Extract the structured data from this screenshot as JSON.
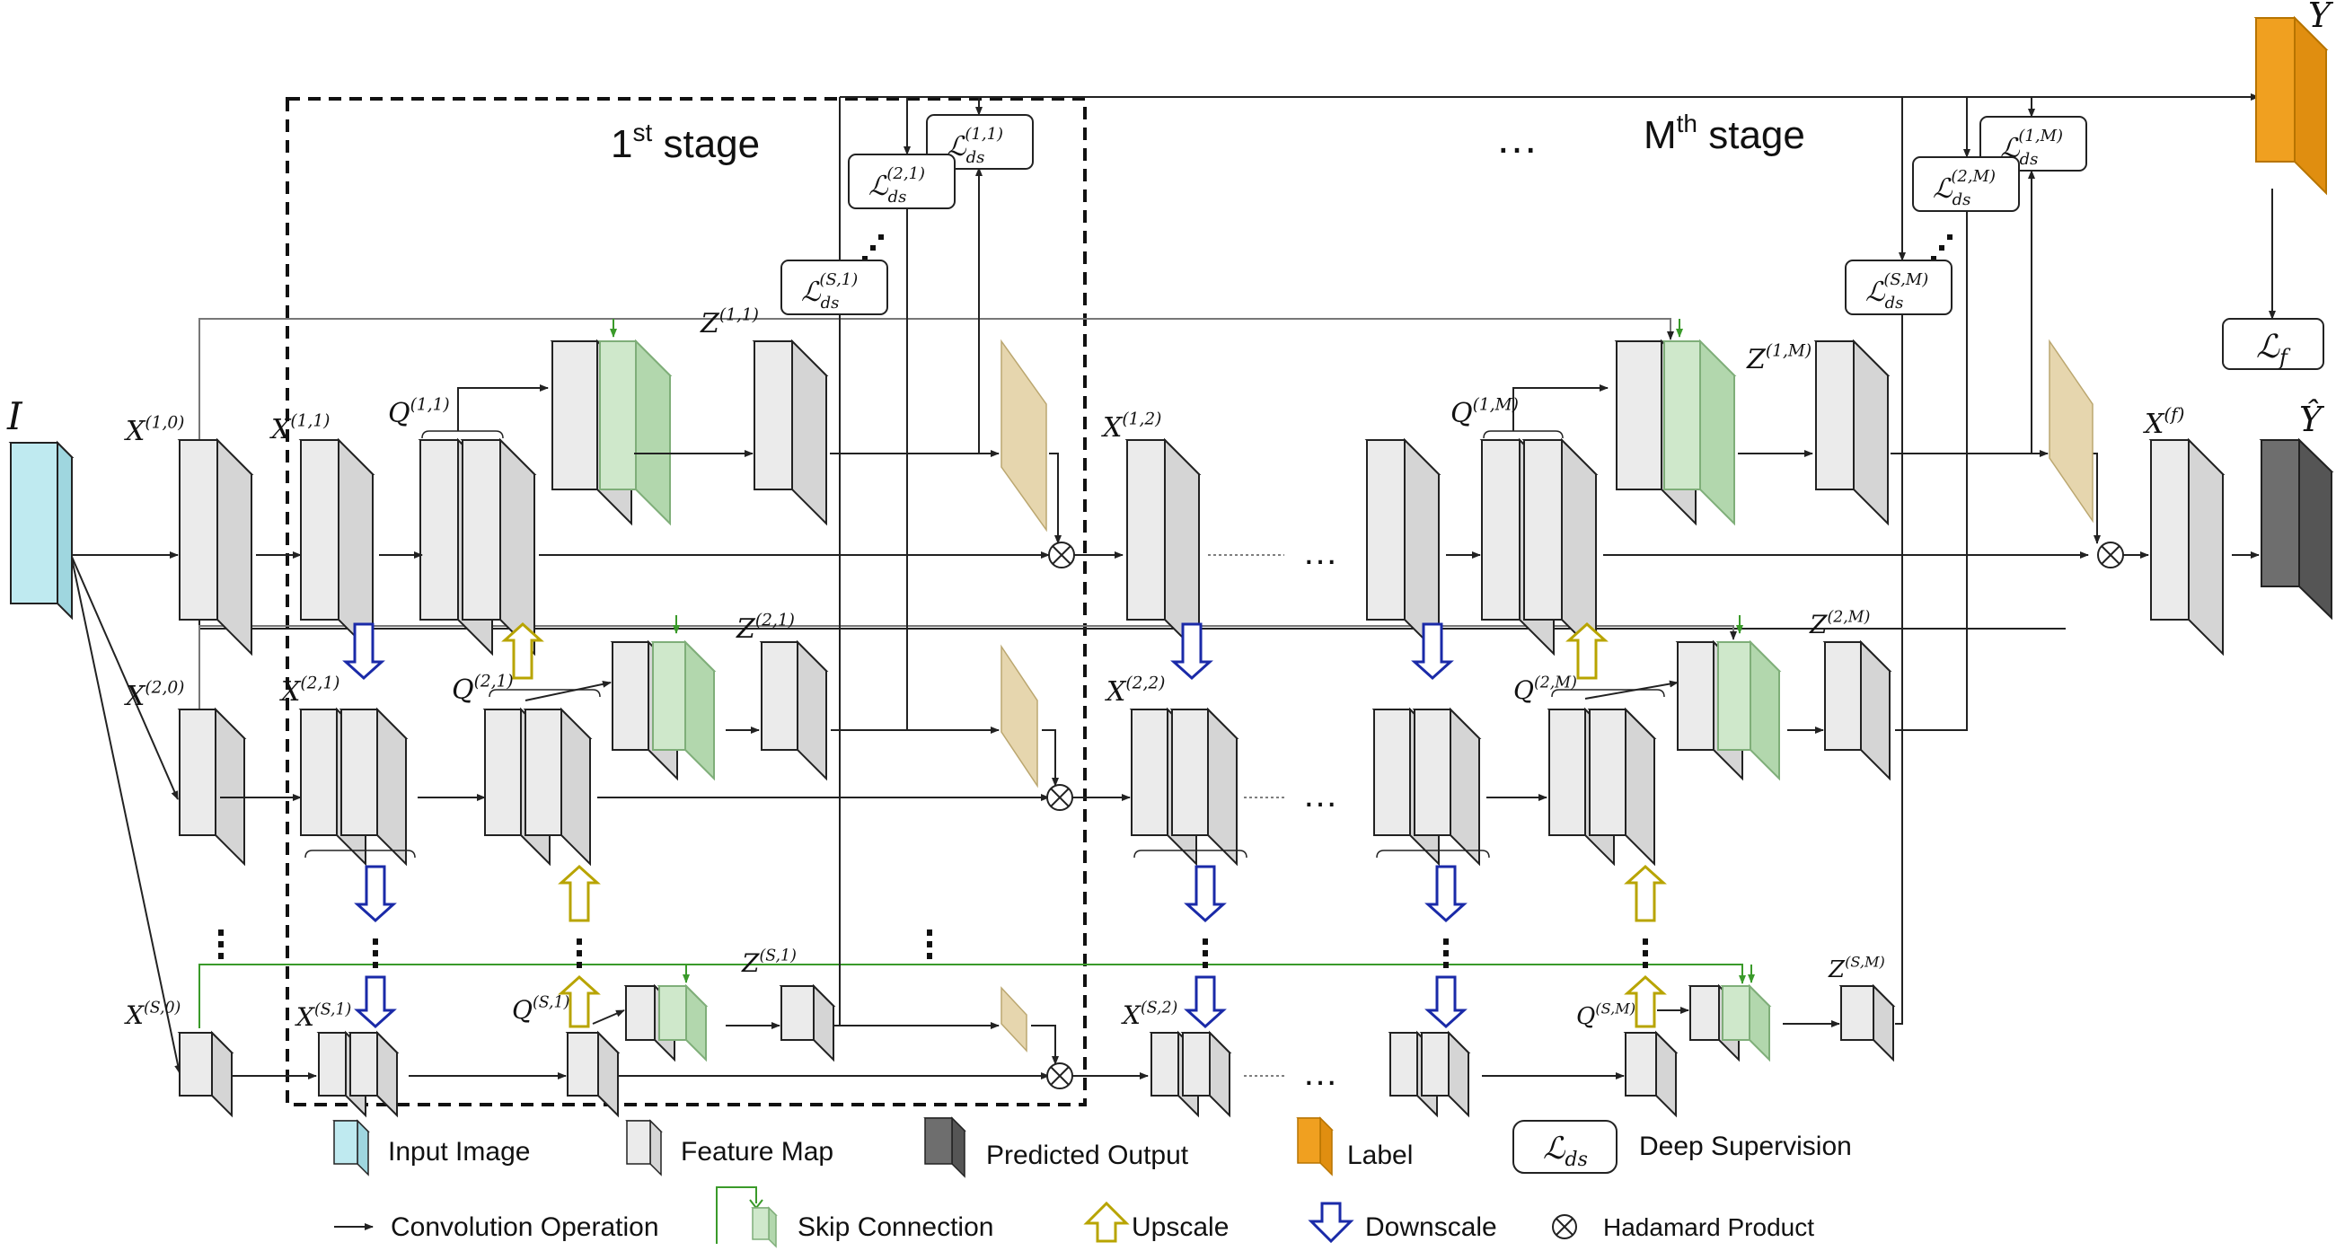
{
  "stages": {
    "first_base": "1",
    "first_sup": "st",
    "first_tail": " stage",
    "last_base": "M",
    "last_sup": "th",
    "last_tail": " stage",
    "ellipsis": "…"
  },
  "symbols": {
    "input": "I",
    "label": "Y",
    "output": "Ŷ",
    "xf": "X",
    "xf_sup": "(f)",
    "lf": "ℒ",
    "lf_sub": "f",
    "ds": "ℒ",
    "ds_sub": "ds"
  },
  "labels": {
    "X10": [
      "X",
      "(1,0)"
    ],
    "X20": [
      "X",
      "(2,0)"
    ],
    "XS0": [
      "X",
      "(S,0)"
    ],
    "X11": [
      "X",
      "(1,1)"
    ],
    "X21": [
      "X",
      "(2,1)"
    ],
    "XS1": [
      "X",
      "(S,1)"
    ],
    "Q11": [
      "Q",
      "(1,1)"
    ],
    "Q21": [
      "Q",
      "(2,1)"
    ],
    "QS1": [
      "Q",
      "(S,1)"
    ],
    "Z11": [
      "Z",
      "(1,1)"
    ],
    "Z21": [
      "Z",
      "(2,1)"
    ],
    "ZS1": [
      "Z",
      "(S,1)"
    ],
    "X12": [
      "X",
      "(1,2)"
    ],
    "X22": [
      "X",
      "(2,2)"
    ],
    "XS2": [
      "X",
      "(S,2)"
    ],
    "Q1M": [
      "Q",
      "(1,M)"
    ],
    "Q2M": [
      "Q",
      "(2,M)"
    ],
    "QSM": [
      "Q",
      "(S,M)"
    ],
    "Z1M": [
      "Z",
      "(1,M)"
    ],
    "Z2M": [
      "Z",
      "(2,M)"
    ],
    "ZSM": [
      "Z",
      "(S,M)"
    ],
    "L11": "(1,1)",
    "L21": "(2,1)",
    "LS1": "(S,1)",
    "L1M": "(1,M)",
    "L2M": "(2,M)",
    "LSM": "(S,M)"
  },
  "legend": {
    "input_image": "Input Image",
    "feature_map": "Feature Map",
    "predicted_output": "Predicted Output",
    "label": "Label",
    "deep_supervision": "Deep Supervision",
    "convolution": "Convolution Operation",
    "skip_connection": "Skip Connection",
    "upscale": "Upscale",
    "downscale": "Downscale",
    "hadamard": "Hadamard Product"
  },
  "colors": {
    "input": "#bfeaf0",
    "feature": "#ebebeb",
    "output": "#6e6e6e",
    "label": "#f0a020",
    "skip": "#cfe8cb",
    "attention": "#e6d6ae",
    "upscale": "#b8a400",
    "downscale": "#1a2aa8",
    "skip_line": "#3a9a2a"
  }
}
